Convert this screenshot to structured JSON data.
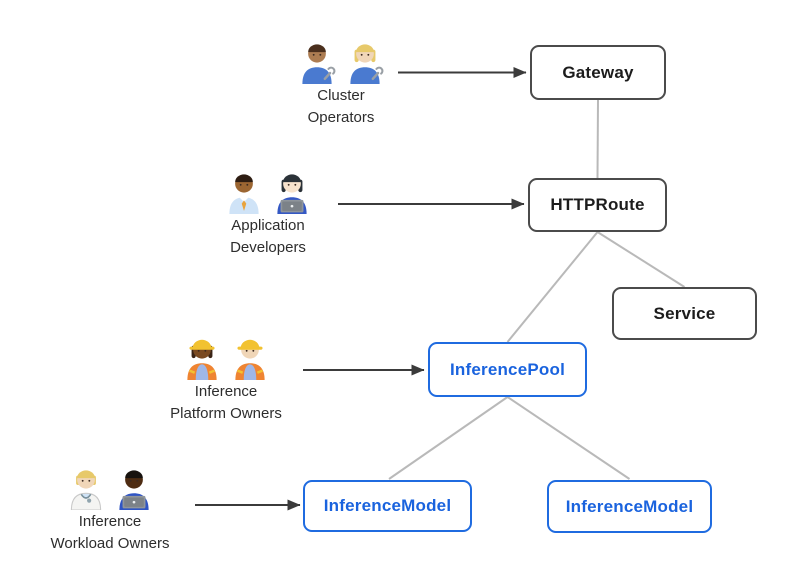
{
  "diagram": {
    "colors": {
      "background": "#ffffff",
      "node_fill": "#ffffff",
      "node_border_dark": "#4b4b4b",
      "node_text_dark": "#1c1c1c",
      "node_border_blue": "#1f6be0",
      "node_text_blue": "#1a63de",
      "connector_line": "#b9b9b9",
      "arrow": "#3b3b3b",
      "persona_label_text": "#2d2d2d"
    },
    "nodes": [
      {
        "id": "gateway",
        "label": "Gateway",
        "variant": "dark"
      },
      {
        "id": "httproute",
        "label": "HTTPRoute",
        "variant": "dark"
      },
      {
        "id": "service",
        "label": "Service",
        "variant": "dark"
      },
      {
        "id": "inferencepool",
        "label": "InferencePool",
        "variant": "blue"
      },
      {
        "id": "inferencemodel-left",
        "label": "InferenceModel",
        "variant": "blue"
      },
      {
        "id": "inferencemodel-right",
        "label": "InferenceModel",
        "variant": "blue"
      }
    ],
    "edges": [
      {
        "from": "gateway",
        "to": "httproute"
      },
      {
        "from": "httproute",
        "to": "inferencepool"
      },
      {
        "from": "httproute",
        "to": "service"
      },
      {
        "from": "inferencepool",
        "to": "inferencemodel-left"
      },
      {
        "from": "inferencepool",
        "to": "inferencemodel-right"
      }
    ],
    "actor_arrows": [
      {
        "from": "cluster-operators",
        "to": "gateway"
      },
      {
        "from": "application-developers",
        "to": "httproute"
      },
      {
        "from": "inference-platform-owners",
        "to": "inferencepool"
      },
      {
        "from": "inference-workload-owners",
        "to": "inferencemodel-left"
      }
    ],
    "personas": [
      {
        "id": "cluster-operators",
        "label": "Cluster\nOperators",
        "people": [
          {
            "name": "man-mechanic-emoji",
            "emoji": "👨🏽‍🔧",
            "skin": "#ad7d52",
            "hair": "#4a2f1d",
            "hairstyle": "short",
            "shirt": "#4a7ad0",
            "accessory": "wrench"
          },
          {
            "name": "woman-mechanic-emoji",
            "emoji": "👩🏼‍🔧",
            "skin": "#f0d6b8",
            "hair": "#e7c96a",
            "hairstyle": "long",
            "shirt": "#4a7ad0",
            "accessory": "wrench"
          }
        ]
      },
      {
        "id": "application-developers",
        "label": "Application\nDevelopers",
        "people": [
          {
            "name": "man-office-worker-emoji",
            "emoji": "👨🏾‍💼",
            "skin": "#9c6632",
            "hair": "#2e1d12",
            "hairstyle": "short",
            "shirt": "#cfe3f7",
            "accessory": "tie",
            "tie": "#e8a33d"
          },
          {
            "name": "woman-technologist-emoji",
            "emoji": "👩🏻‍💻",
            "skin": "#f7e3cd",
            "hair": "#2b3238",
            "hairstyle": "long",
            "shirt": "#3458c4",
            "accessory": "laptop"
          }
        ]
      },
      {
        "id": "inference-platform-owners",
        "label": "Inference\nPlatform Owners",
        "people": [
          {
            "name": "woman-construction-worker-emoji",
            "emoji": "👷🏾‍♀️",
            "skin": "#7a4a22",
            "hair": "#3a2416",
            "hairstyle": "long",
            "shirt": "#9fb7e8",
            "vest": "#ef8432",
            "helmet": true
          },
          {
            "name": "man-construction-worker-emoji",
            "emoji": "👷🏻",
            "skin": "#f0d6b8",
            "hairstyle": "none",
            "shirt": "#9fb7e8",
            "vest": "#ef8432",
            "helmet": true
          }
        ]
      },
      {
        "id": "inference-workload-owners",
        "label": "Inference\nWorkload Owners",
        "people": [
          {
            "name": "health-worker-emoji",
            "emoji": "🧑🏼‍⚕️",
            "skin": "#f0d6b8",
            "hair": "#e7c96a",
            "hairstyle": "mid",
            "shirt": "#cfe3f7",
            "coat": true,
            "accessory": "stethoscope"
          },
          {
            "name": "man-technologist-emoji",
            "emoji": "👨🏿‍💻",
            "skin": "#4e2c12",
            "hair": "#17120e",
            "hairstyle": "short",
            "shirt": "#2f55c4",
            "accessory": "laptop"
          }
        ]
      }
    ]
  }
}
